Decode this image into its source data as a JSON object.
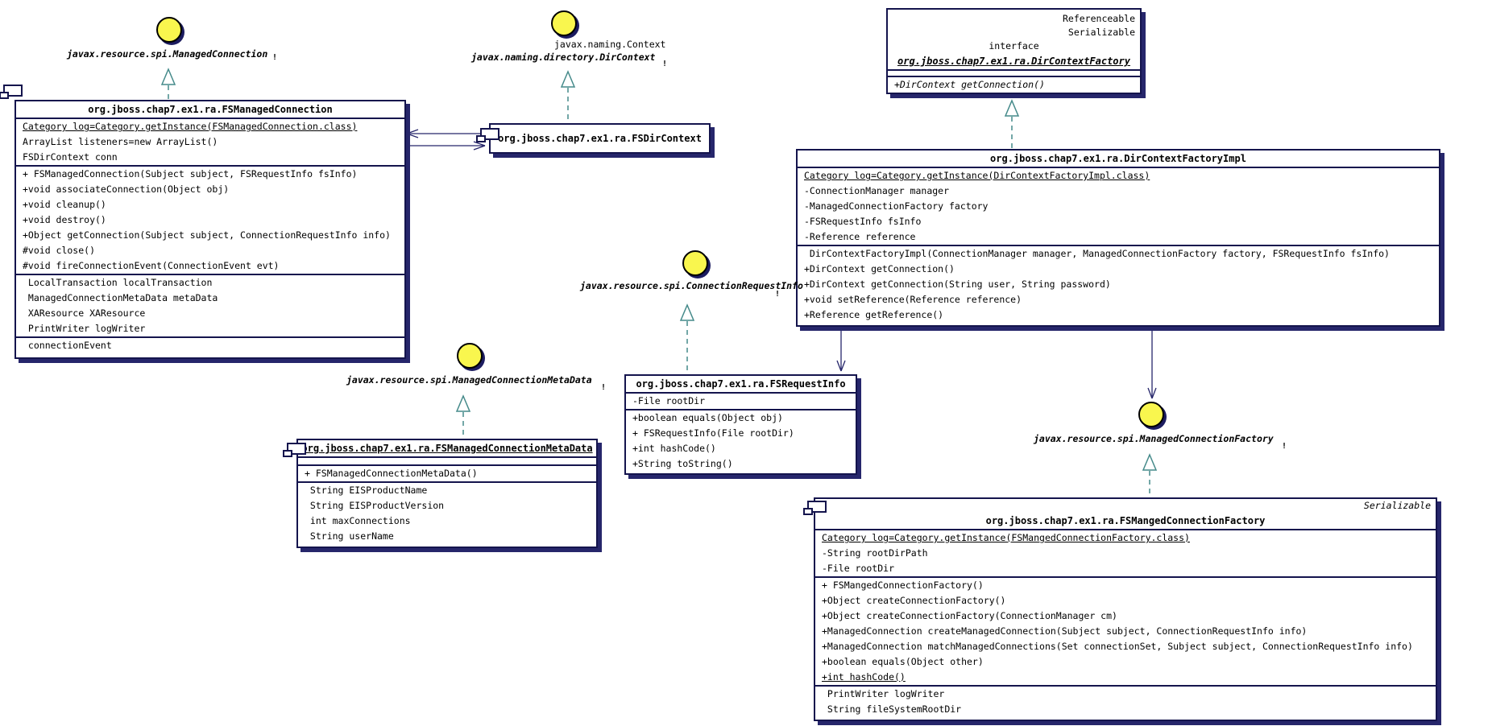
{
  "colors": {
    "box_border_navy": "#14144d",
    "shadow_navy": "#26266b",
    "arrow_navy": "#26266b",
    "realization_teal": "#458a8a",
    "lollipop_yellow": "#f9f64e"
  },
  "lollipops": [
    {
      "label": "javax.resource.spi.ManagedConnection",
      "mark": "!"
    },
    {
      "label_plain": "javax.naming.Context",
      "label": "javax.naming.directory.DirContext",
      "mark": "!"
    },
    {
      "label": "javax.resource.spi.ConnectionRequestInfo",
      "mark": "!"
    },
    {
      "label": "javax.resource.spi.ManagedConnectionMetaData",
      "mark": "!"
    },
    {
      "label": "javax.resource.spi.ManagedConnectionFactory",
      "mark": "!"
    }
  ],
  "classes": {
    "fs_managed_connection": {
      "title": "org.jboss.chap7.ex1.ra.FSManagedConnection",
      "members": [
        {
          "t": "Category log=Category.getInstance(FSManagedConnection.class)",
          "u": 1
        },
        {
          "t": "ArrayList listeners=new ArrayList()"
        },
        {
          "t": "FSDirContext conn",
          "d": 1
        },
        {
          "t": "+ FSManagedConnection(Subject subject, FSRequestInfo fsInfo)"
        },
        {
          "t": "+void associateConnection(Object obj)"
        },
        {
          "t": "+void cleanup()"
        },
        {
          "t": "+void destroy()"
        },
        {
          "t": "+Object getConnection(Subject subject, ConnectionRequestInfo info)"
        },
        {
          "t": "#void close()"
        },
        {
          "t": "#void fireConnectionEvent(ConnectionEvent evt)",
          "d": 1
        },
        {
          "t": " LocalTransaction localTransaction"
        },
        {
          "t": " ManagedConnectionMetaData metaData"
        },
        {
          "t": " XAResource XAResource"
        },
        {
          "t": " PrintWriter logWriter",
          "d": 1
        },
        {
          "t": " connectionEvent"
        }
      ]
    },
    "fs_dir_context": {
      "title": "org.jboss.chap7.ex1.ra.FSDirContext"
    },
    "dir_context_factory": {
      "stereotypes": [
        "Referenceable",
        "Serializable"
      ],
      "kind": "interface",
      "title": "org.jboss.chap7.ex1.ra.DirContextFactory",
      "members": [
        {
          "t": "+DirContext getConnection()",
          "i": 1
        }
      ]
    },
    "dir_context_factory_impl": {
      "title": "org.jboss.chap7.ex1.ra.DirContextFactoryImpl",
      "members": [
        {
          "t": "Category log=Category.getInstance(DirContextFactoryImpl.class)",
          "u": 1
        },
        {
          "t": "-ConnectionManager manager"
        },
        {
          "t": "-ManagedConnectionFactory factory"
        },
        {
          "t": "-FSRequestInfo fsInfo"
        },
        {
          "t": "-Reference reference",
          "d": 1
        },
        {
          "t": " DirContextFactoryImpl(ConnectionManager manager, ManagedConnectionFactory factory, FSRequestInfo fsInfo)"
        },
        {
          "t": "+DirContext getConnection()"
        },
        {
          "t": "+DirContext getConnection(String user, String password)"
        },
        {
          "t": "+void setReference(Reference reference)"
        },
        {
          "t": "+Reference getReference()"
        }
      ]
    },
    "fs_request_info": {
      "title": "org.jboss.chap7.ex1.ra.FSRequestInfo",
      "members": [
        {
          "t": "-File rootDir",
          "d": 1
        },
        {
          "t": "+boolean equals(Object obj)"
        },
        {
          "t": "+ FSRequestInfo(File rootDir)"
        },
        {
          "t": "+int hashCode()"
        },
        {
          "t": "+String toString()"
        }
      ]
    },
    "fs_managed_connection_meta_data": {
      "title": "org.jboss.chap7.ex1.ra.FSManagedConnectionMetaData",
      "members": [
        {
          "t": "+ FSManagedConnectionMetaData()",
          "d": 1
        },
        {
          "t": " String EISProductName"
        },
        {
          "t": " String EISProductVersion"
        },
        {
          "t": " int maxConnections"
        },
        {
          "t": " String userName"
        }
      ]
    },
    "fs_manged_connection_factory": {
      "stereotype": "Serializable",
      "title": "org.jboss.chap7.ex1.ra.FSMangedConnectionFactory",
      "members": [
        {
          "t": "Category log=Category.getInstance(FSMangedConnectionFactory.class)",
          "u": 1
        },
        {
          "t": "-String rootDirPath"
        },
        {
          "t": "-File rootDir",
          "d": 1
        },
        {
          "t": "+ FSMangedConnectionFactory()"
        },
        {
          "t": "+Object createConnectionFactory()"
        },
        {
          "t": "+Object createConnectionFactory(ConnectionManager cm)"
        },
        {
          "t": "+ManagedConnection createManagedConnection(Subject subject, ConnectionRequestInfo info)"
        },
        {
          "t": "+ManagedConnection matchManagedConnections(Set connectionSet, Subject subject, ConnectionRequestInfo info)"
        },
        {
          "t": "+boolean equals(Object other)"
        },
        {
          "t": "+int hashCode()",
          "u": 1,
          "d": 1
        },
        {
          "t": " PrintWriter logWriter"
        },
        {
          "t": " String fileSystemRootDir"
        }
      ]
    }
  }
}
